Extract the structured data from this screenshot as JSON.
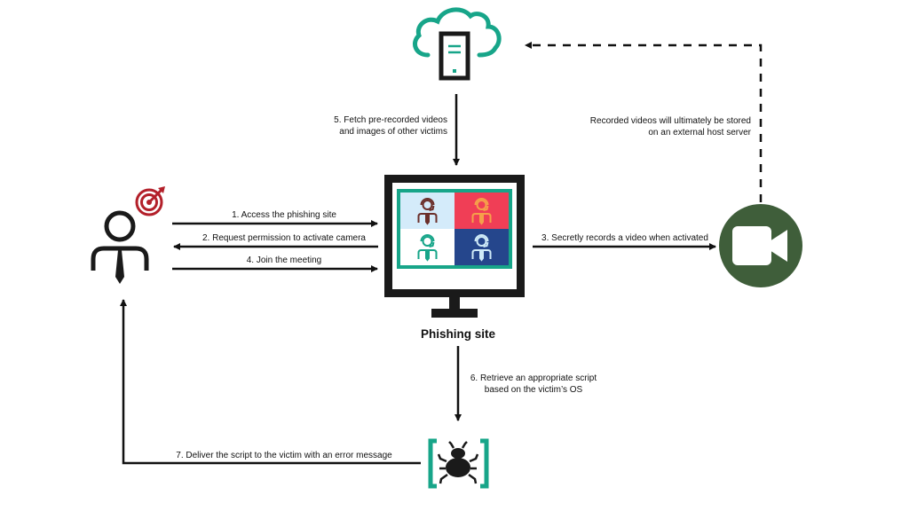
{
  "diagram": {
    "title": "Phishing attack flow via fake video meeting site",
    "nodes": {
      "victim": {
        "label": "",
        "icon": "person-with-tie-icon",
        "badge_icon": "target-arrow-icon",
        "badge_color": "#b3202a"
      },
      "cloud_server": {
        "label": "",
        "icon": "cloud-server-icon",
        "accent": "#17a589"
      },
      "phishing_site": {
        "label": "Phishing site",
        "icon": "monitor-video-call-icon"
      },
      "camera": {
        "label": "",
        "icon": "video-camera-icon",
        "color": "#3f5e3a"
      },
      "malware": {
        "label": "",
        "icon": "bug-icon",
        "accent": "#17a589"
      }
    },
    "video_tiles": [
      {
        "bg": "#d4ebfa",
        "fg": "#6b2f2a"
      },
      {
        "bg": "#f03e56",
        "fg": "#f5a04a"
      },
      {
        "bg": "#ffffff",
        "fg": "#17a589"
      },
      {
        "bg": "#25468c",
        "fg": "#cfeaf7"
      }
    ],
    "edges": [
      {
        "id": "step1",
        "text": "1. Access the phishing site",
        "from": "victim",
        "to": "phishing_site",
        "style": "solid"
      },
      {
        "id": "step2",
        "text": "2. Request permission to activate camera",
        "from": "phishing_site",
        "to": "victim",
        "style": "solid"
      },
      {
        "id": "step3",
        "text": "3. Secretly records a video when activated",
        "from": "phishing_site",
        "to": "camera",
        "style": "solid"
      },
      {
        "id": "step4",
        "text": "4. Join the meeting",
        "from": "victim",
        "to": "phishing_site",
        "style": "solid"
      },
      {
        "id": "step5",
        "line1": "5. Fetch pre-recorded videos",
        "line2": "and images of other victims",
        "from": "cloud_server",
        "to": "phishing_site",
        "style": "solid"
      },
      {
        "id": "step6",
        "line1": "6. Retrieve an appropriate script",
        "line2": "based on the victim’s OS",
        "from": "phishing_site",
        "to": "malware",
        "style": "solid"
      },
      {
        "id": "step7",
        "text": "7. Deliver the script to the victim with an error message",
        "from": "malware",
        "to": "victim",
        "style": "solid"
      },
      {
        "id": "storage",
        "line1": "Recorded videos will ultimately be stored",
        "line2": "on an external host server",
        "from": "camera",
        "to": "cloud_server",
        "style": "dashed"
      }
    ]
  }
}
